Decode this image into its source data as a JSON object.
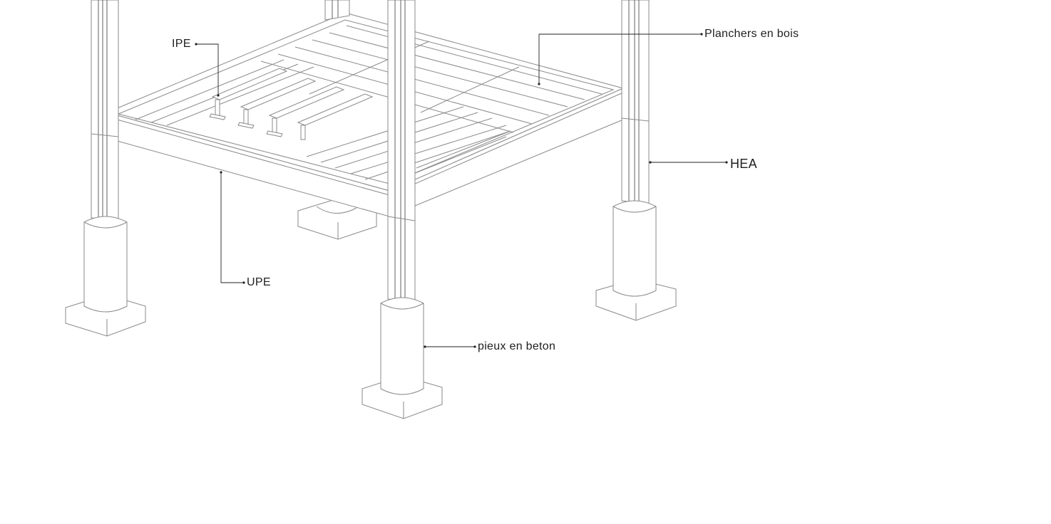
{
  "labels": {
    "ipe": "IPE",
    "planchers": "Planchers en bois",
    "hea": "HEA",
    "upe": "UPE",
    "pieux": "pieux en beton"
  },
  "colors": {
    "line": "#8a8a8a",
    "leader": "#222222",
    "text": "#1e1e1e",
    "background": "#ffffff"
  }
}
